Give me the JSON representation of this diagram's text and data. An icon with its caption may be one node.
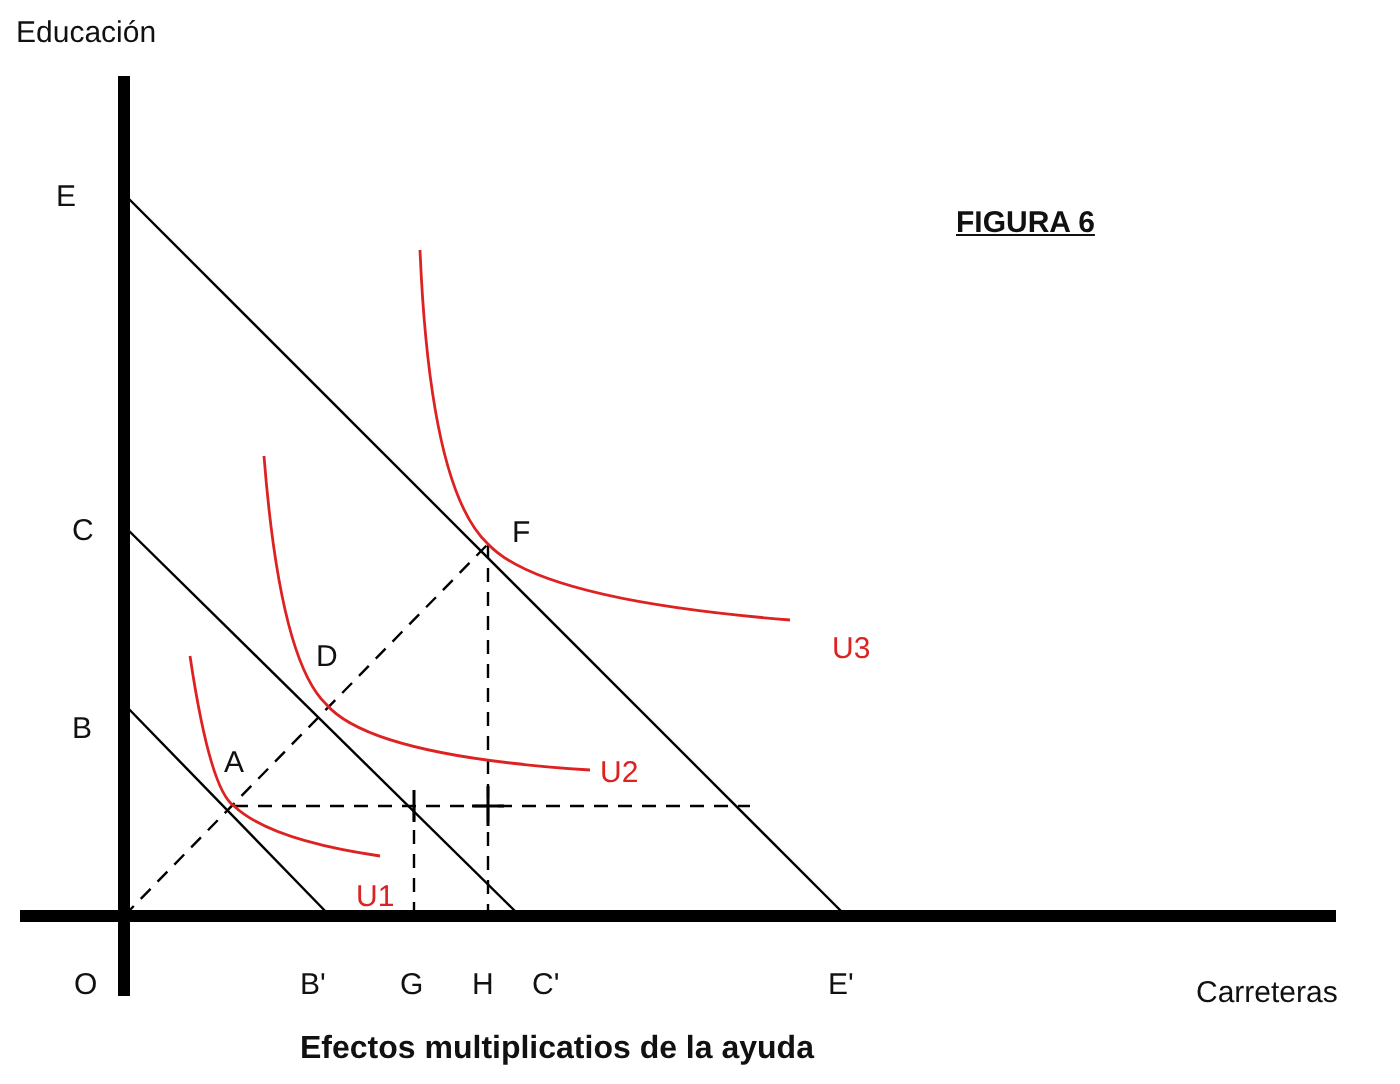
{
  "diagram": {
    "title": "FIGURA 6",
    "caption": "Efectos multiplicatios de la ayuda",
    "labels": [
      "Educación",
      "E",
      "C",
      "F",
      "D",
      "U3",
      "B",
      "A",
      "U2",
      "U1",
      "O",
      "B'",
      "G",
      "H",
      "C'",
      "E'",
      "Carreteras"
    ]
  }
}
